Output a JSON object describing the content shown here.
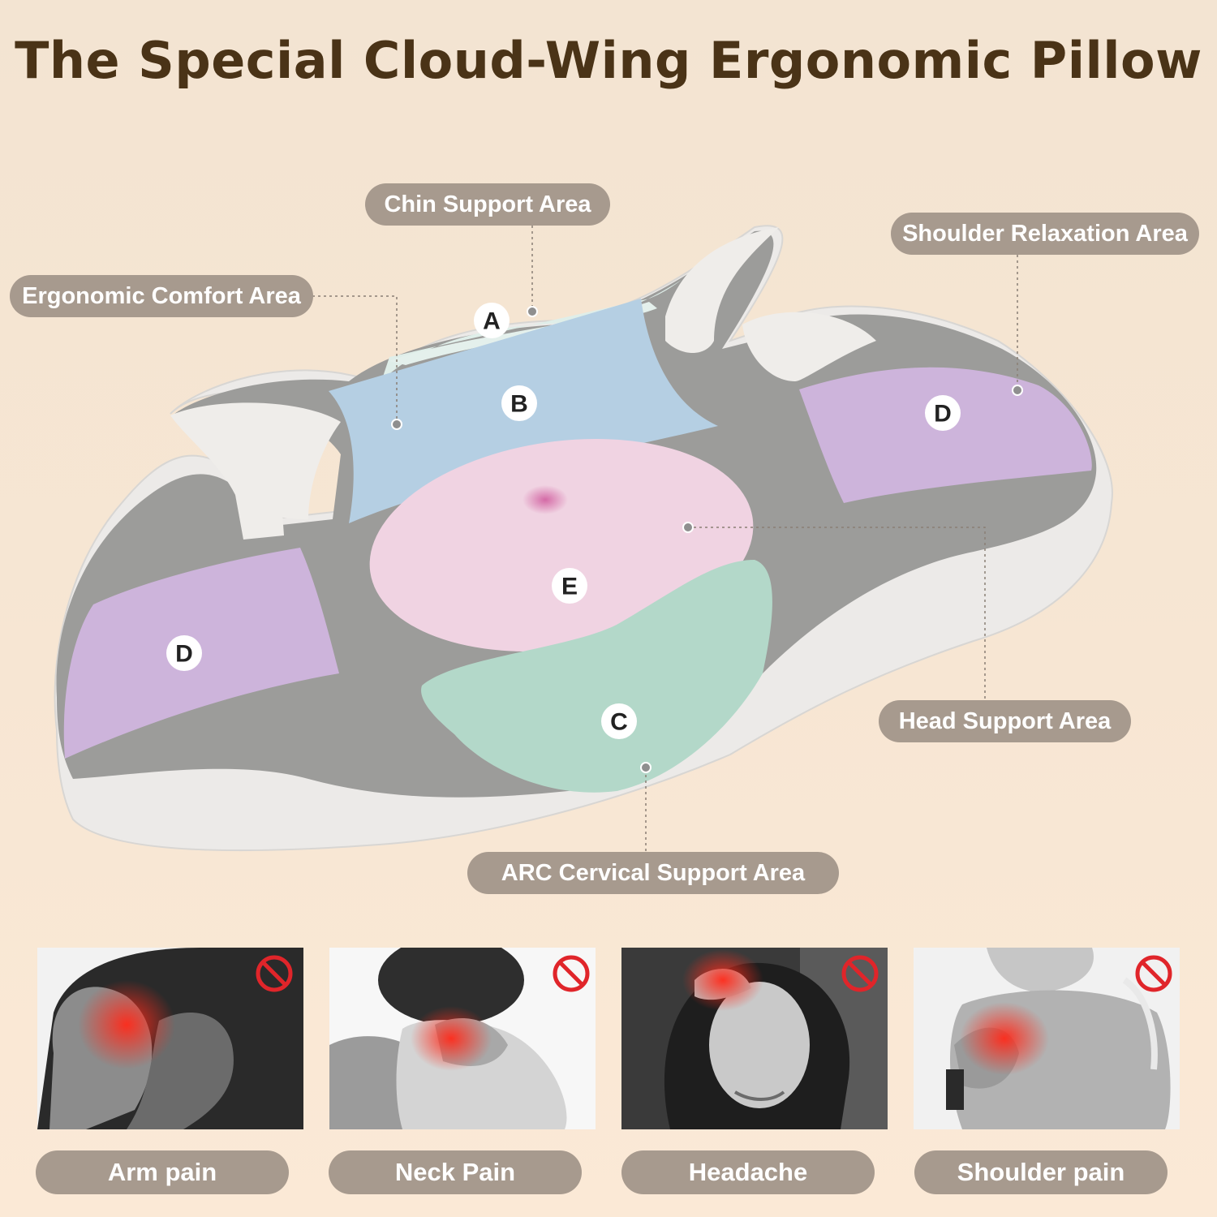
{
  "title": "The Special Cloud-Wing Ergonomic Pillow",
  "areas": {
    "chin": "Chin Support Area",
    "ergonomic": "Ergonomic Comfort Area",
    "shoulder_relax": "Shoulder Relaxation Area",
    "head": "Head Support Area",
    "arc": "ARC Cervical  Support  Area"
  },
  "markers": {
    "a": "A",
    "b": "B",
    "c": "C",
    "d_left": "D",
    "d_right": "D",
    "e": "E"
  },
  "pain_points": [
    {
      "label": "Arm pain",
      "icon": "no-entry-icon"
    },
    {
      "label": "Neck Pain",
      "icon": "no-entry-icon"
    },
    {
      "label": "Headache",
      "icon": "no-entry-icon"
    },
    {
      "label": "Shoulder pain",
      "icon": "no-entry-icon"
    }
  ],
  "colors": {
    "title": "#4a3317",
    "label_pill": "#a79a8e",
    "pillow_gray": "#9c9c9a",
    "zone_a": "#dfeee9",
    "zone_b": "#b5cfe3",
    "zone_c": "#b3d8c9",
    "zone_d": "#cdb4db",
    "zone_e": "#f0d3e2",
    "pain_red": "#ff3a2a"
  }
}
